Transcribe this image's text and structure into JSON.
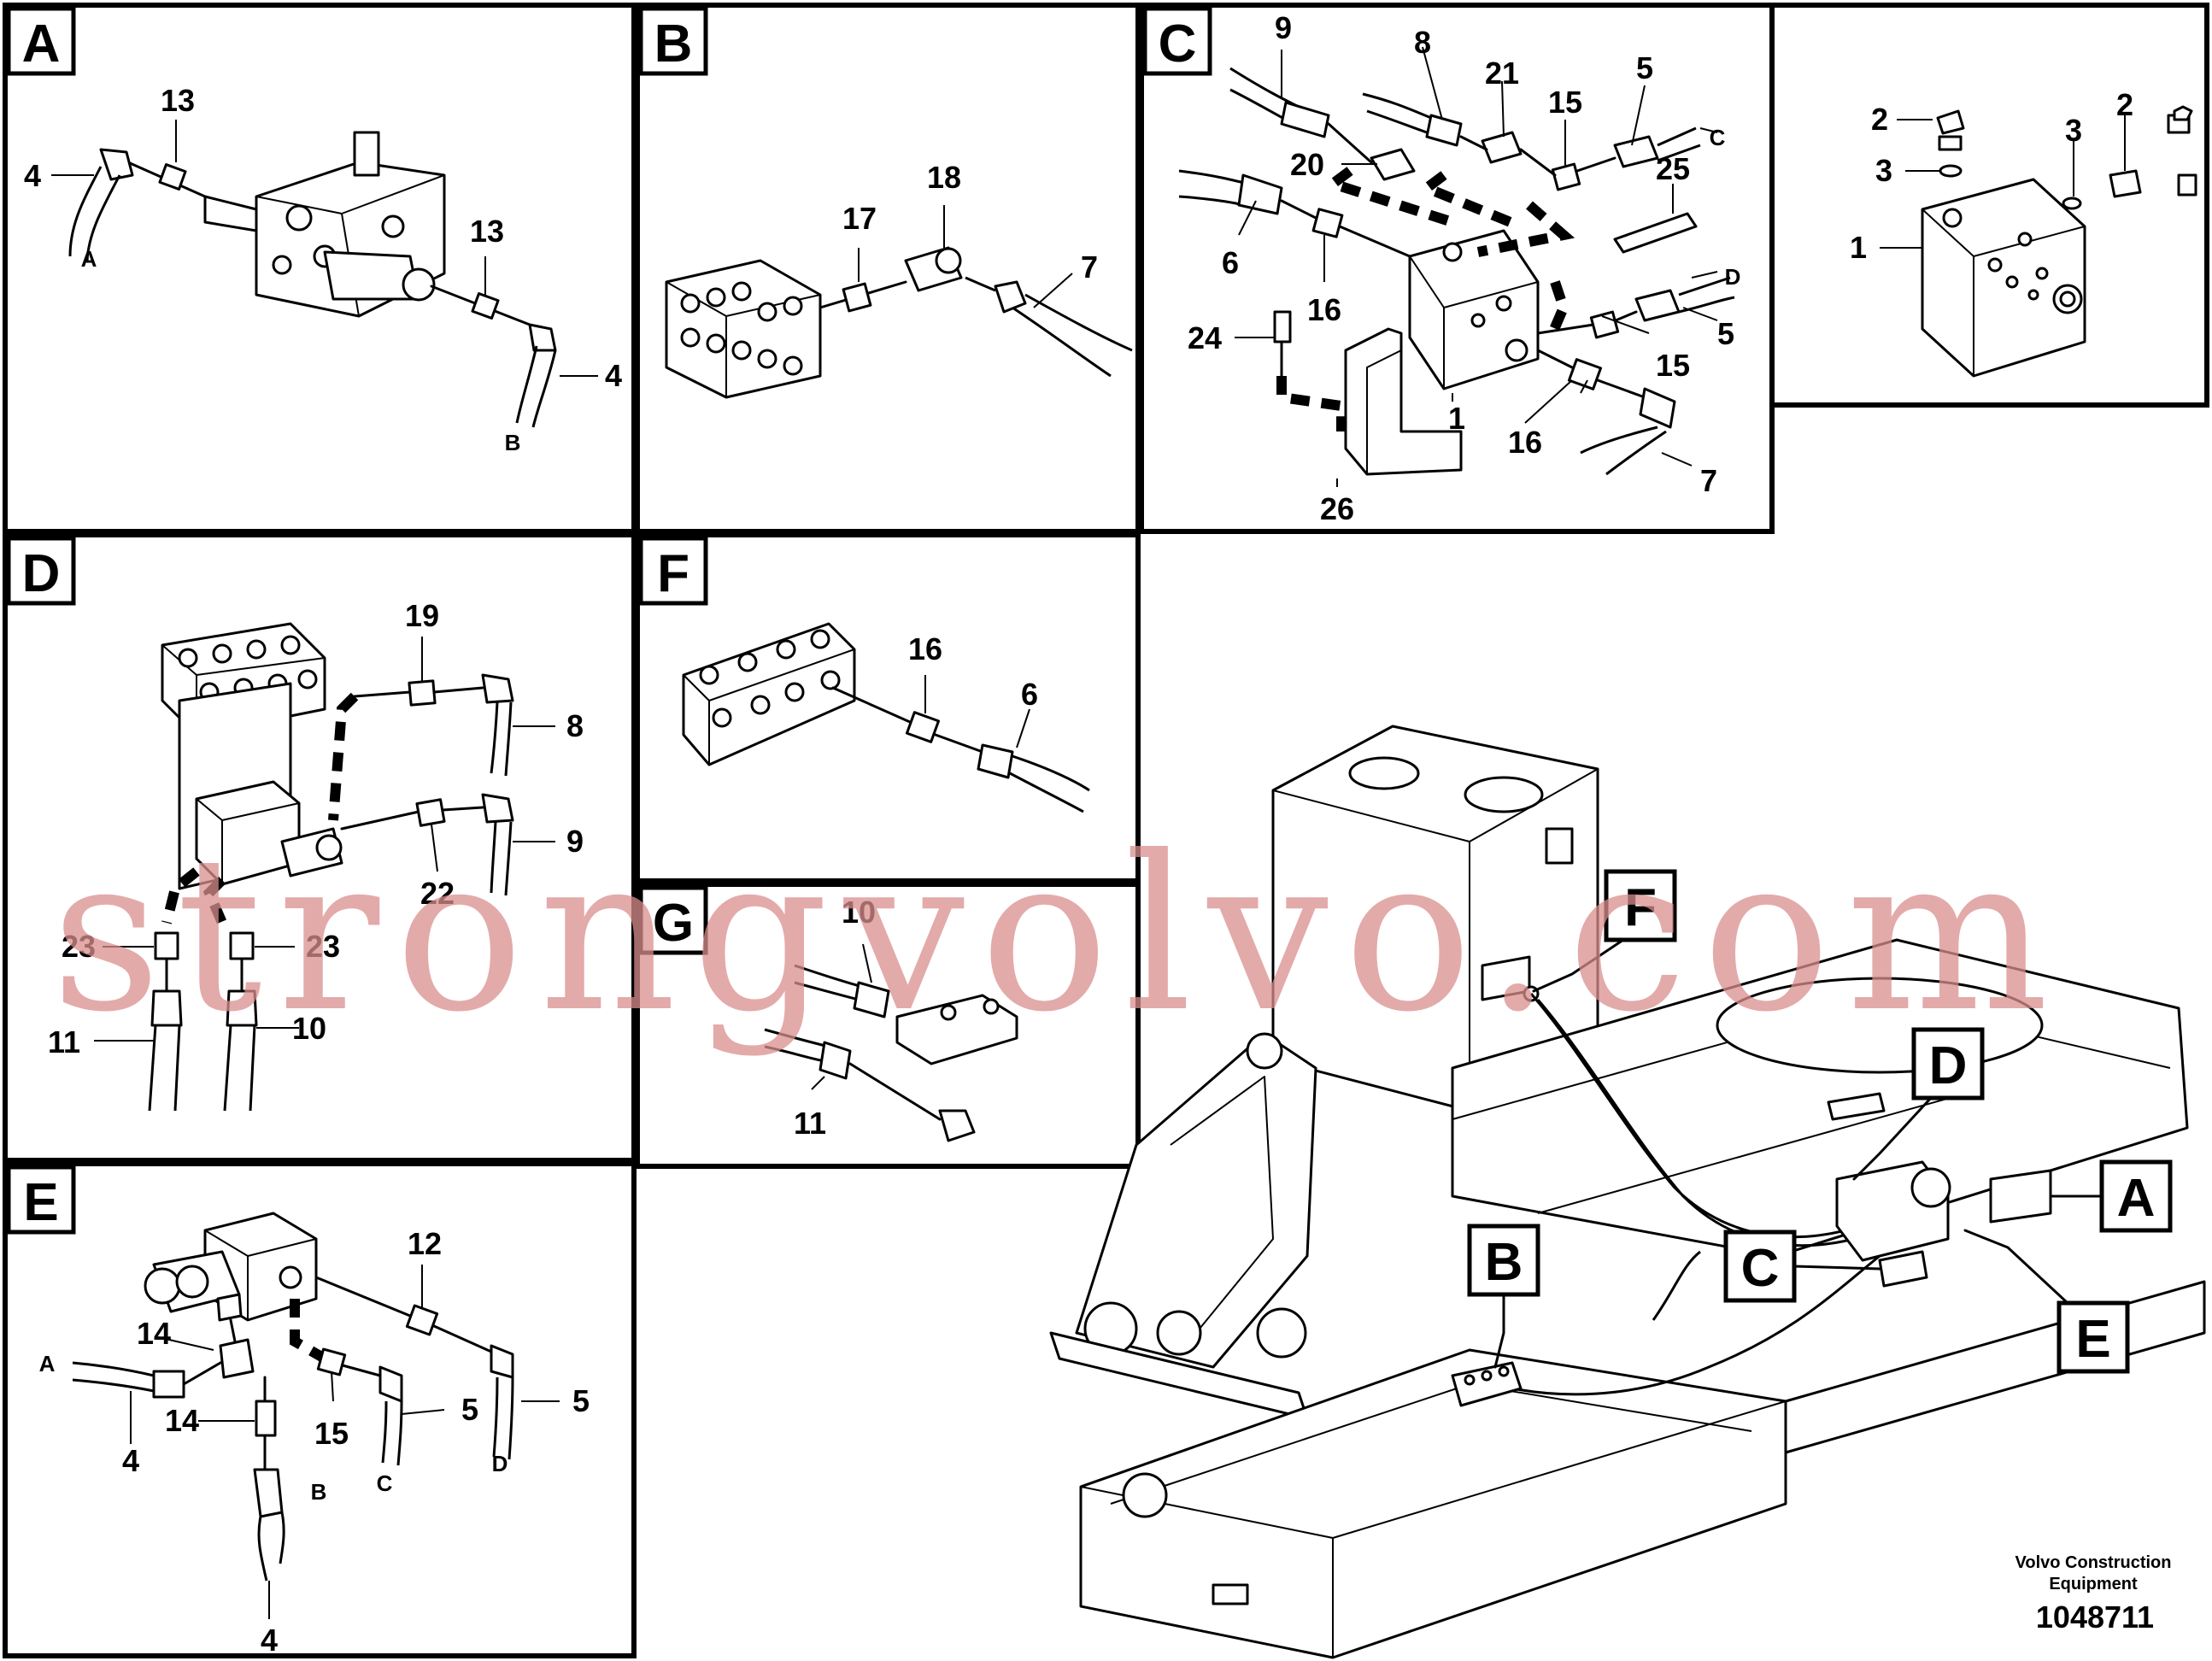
{
  "panels": {
    "A": {
      "letter": "A",
      "callouts": [
        "13",
        "4",
        "13",
        "4"
      ],
      "ends": [
        "A",
        "B"
      ]
    },
    "B": {
      "letter": "B",
      "callouts": [
        "17",
        "18",
        "7"
      ]
    },
    "C": {
      "letter": "C",
      "callouts": [
        "9",
        "8",
        "21",
        "15",
        "5",
        "20",
        "25",
        "6",
        "16",
        "24",
        "1",
        "15",
        "5",
        "16",
        "7",
        "26"
      ],
      "ends": [
        "C",
        "D"
      ]
    },
    "Cx": {
      "callouts": [
        "2",
        "3",
        "2",
        "3",
        "1"
      ]
    },
    "D": {
      "letter": "D",
      "callouts": [
        "19",
        "8",
        "9",
        "22",
        "23",
        "23",
        "11",
        "10"
      ]
    },
    "E": {
      "letter": "E",
      "callouts": [
        "12",
        "14",
        "14",
        "4",
        "15",
        "5",
        "5",
        "4"
      ],
      "ends": [
        "A",
        "C",
        "D",
        "B"
      ]
    },
    "F": {
      "letter": "F",
      "callouts": [
        "16",
        "6"
      ]
    },
    "G": {
      "letter": "G",
      "callouts": [
        "10",
        "11"
      ]
    }
  },
  "overview": {
    "tags": [
      "F",
      "D",
      "A",
      "B",
      "C",
      "E"
    ]
  },
  "footer": {
    "brand_line1": "Volvo Construction",
    "brand_line2": "Equipment",
    "doc_number": "1048711"
  },
  "watermark": "strongvolvo.com"
}
